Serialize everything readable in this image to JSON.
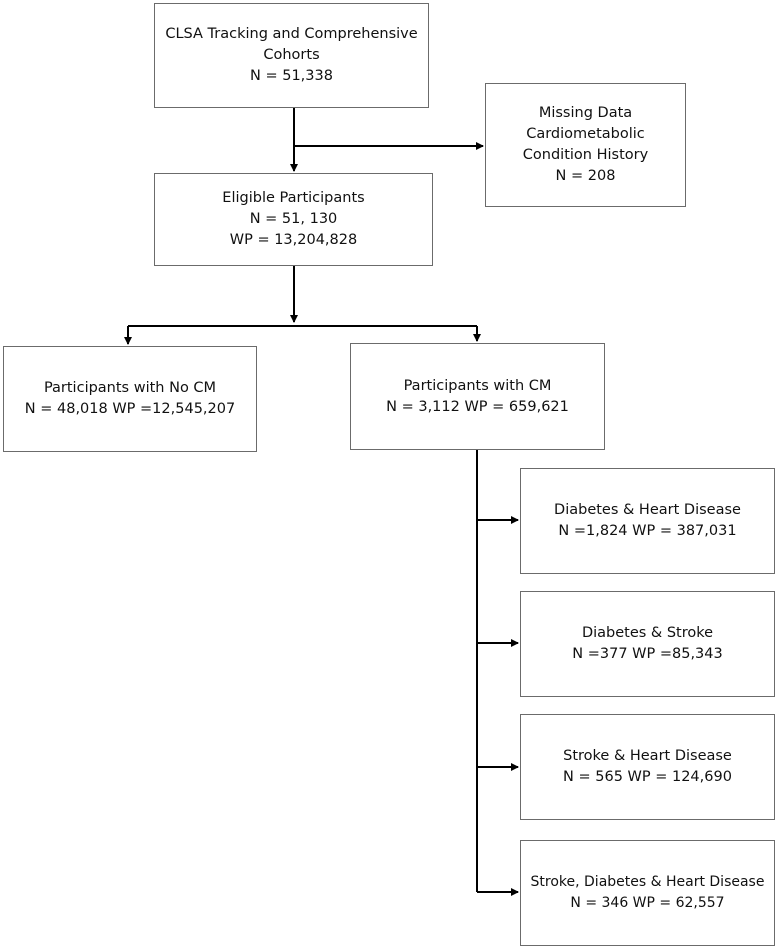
{
  "diagram": {
    "boxes": {
      "cohort": {
        "lines": [
          "CLSA Tracking and Comprehensive",
          "Cohorts",
          "N = 51,338"
        ]
      },
      "missing": {
        "lines": [
          "Missing Data",
          "Cardiometabolic",
          "Condition History",
          "N = 208"
        ]
      },
      "eligible": {
        "lines": [
          "Eligible Participants",
          "N = 51, 130",
          "WP = 13,204,828"
        ]
      },
      "no_cm": {
        "lines": [
          "Participants with No CM",
          "N = 48,018  WP =12,545,207"
        ]
      },
      "cm": {
        "lines": [
          "Participants with CM",
          "N = 3,112   WP = 659,621"
        ]
      },
      "diabetes_heart": {
        "lines": [
          "Diabetes & Heart Disease",
          "N =1,824  WP = 387,031"
        ]
      },
      "diabetes_stroke": {
        "lines": [
          "Diabetes & Stroke",
          "N =377  WP =85,343"
        ]
      },
      "stroke_heart": {
        "lines": [
          "Stroke & Heart Disease",
          "N = 565 WP = 124,690"
        ]
      },
      "all_three": {
        "lines": [
          "Stroke, Diabetes & Heart Disease",
          "N = 346 WP = 62,557"
        ]
      }
    },
    "line_color": "#000000",
    "border_color": "#6b6b6b"
  }
}
